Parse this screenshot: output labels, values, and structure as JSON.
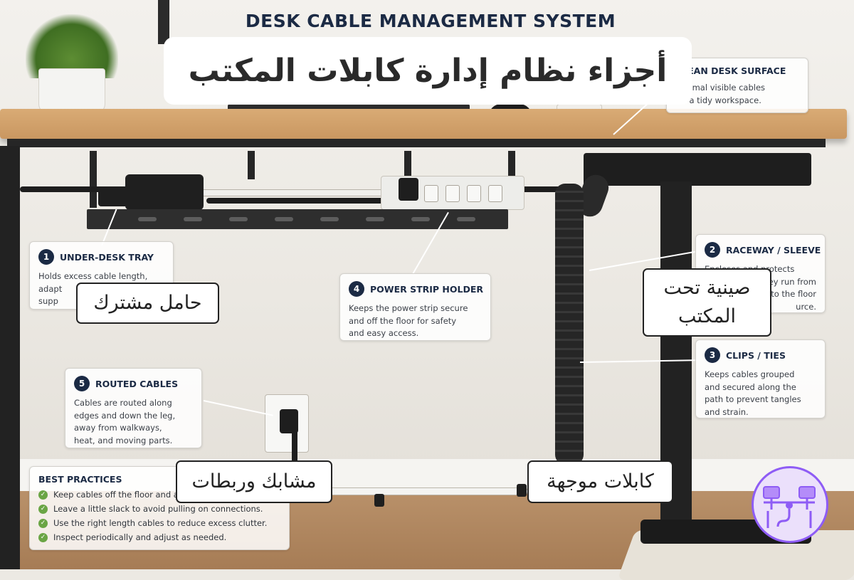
{
  "title_en": "DESK CABLE MANAGEMENT SYSTEM",
  "title_ar": "أجزاء نظام إدارة كابلات المكتب",
  "callouts": [
    {
      "kind": "clean",
      "heading": "CLEAN DESK SURFACE",
      "lines": [
        "Minimal visible cables",
        "for a tidy workspace."
      ]
    },
    {
      "kind": "tray",
      "number": "1",
      "heading": "UNDER-DESK TRAY",
      "lines": [
        "Holds excess cable length,",
        "adapt",
        "supp"
      ]
    },
    {
      "kind": "raceway",
      "number": "2",
      "heading": "RACEWAY / SLEEVE",
      "lines": [
        "Encloses and protects",
        "ey run from",
        "to the floor",
        "urce."
      ]
    },
    {
      "kind": "clips",
      "number": "3",
      "heading": "CLIPS / TIES",
      "lines": [
        "Keeps cables grouped",
        "and secured along the",
        "path to prevent tangles",
        "and strain."
      ]
    },
    {
      "kind": "strip",
      "number": "4",
      "heading": "POWER STRIP HOLDER",
      "lines": [
        "Keeps the power strip secure",
        "and off the floor for safety",
        "and easy access."
      ]
    },
    {
      "kind": "routed",
      "number": "5",
      "heading": "ROUTED CABLES",
      "lines": [
        "Cables are routed along",
        "edges and down the leg,",
        "away from walkways,",
        "heat, and moving parts."
      ]
    }
  ],
  "best_practices": {
    "heading": "BEST PRACTICES",
    "items": [
      "Keep cables off the floor and a",
      "Leave a little slack to avoid pulling on connections.",
      "Use the right length cables to reduce excess clutter.",
      "Inspect periodically and adjust as needed."
    ]
  },
  "arabic_labels": {
    "power_strip_holder": "حامل مشترك",
    "under_desk_tray": "صينية تحت المكتب",
    "clips_ties": "مشابك وربطات",
    "routed_cables": "كابلات موجهة"
  },
  "colors": {
    "navy": "#1b2a44",
    "check_green": "#6aa545",
    "logo_purple": "#8e5cf5",
    "wood": "#d4a56f"
  },
  "icons": {
    "number_badge": "circle-number",
    "best_practice": "check-circle",
    "logo": "network-diagram-icon"
  }
}
